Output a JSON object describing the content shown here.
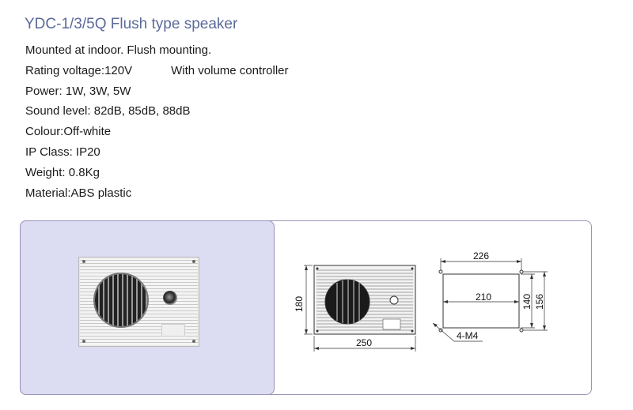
{
  "title": "YDC-1/3/5Q Flush type speaker",
  "specs": {
    "mounting": "Mounted at indoor. Flush mounting.",
    "voltage": "Rating voltage:120V",
    "volume": "With volume controller",
    "power": "Power: 1W,  3W,  5W",
    "sound": "Sound level: 82dB, 85dB, 88dB",
    "colour": "Colour:Off-white",
    "ip": "IP Class: IP20",
    "weight": "Weight: 0.8Kg",
    "material": "Material:ABS plastic"
  },
  "front_dims": {
    "width": "250",
    "height": "180"
  },
  "cutout_dims": {
    "outer_width": "226",
    "inner_width": "210",
    "inner_height": "140",
    "outer_height": "156",
    "screws": "4-M4"
  },
  "colors": {
    "title": "#5b6a9a",
    "panel": "#dcdcf3",
    "frame": "#9a93b8"
  }
}
